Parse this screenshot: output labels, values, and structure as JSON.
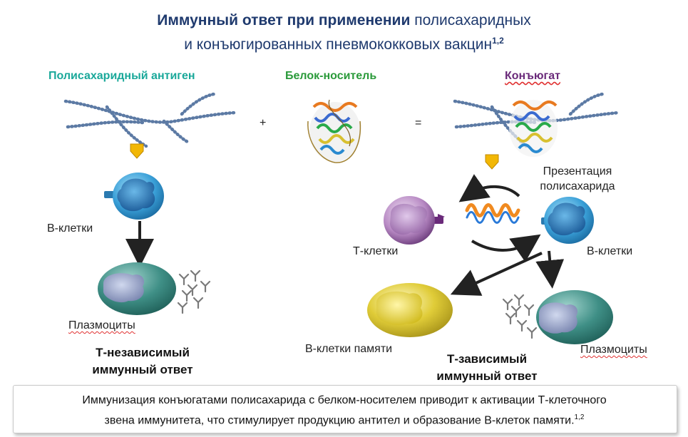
{
  "title": {
    "line1_bold": "Иммунный ответ при применении",
    "line1_rest": "полисахаридных",
    "line2": "и конъюгированных пневмококковых вакцин",
    "line2_sup": "1,2"
  },
  "headers": {
    "polysaccharide": "Полисахаридный антиген",
    "carrier": "Белок-носитель",
    "conjugate": "Конъюгат"
  },
  "operators": {
    "plus": "+",
    "equals": "="
  },
  "labels": {
    "b_cells_left": "В-клетки",
    "plasma_left": "Плазмоциты",
    "presentation_line1": "Презентация",
    "presentation_line2": "полисахарида",
    "t_cells": "Т-клетки",
    "b_cells_right": "В-клетки",
    "memory_b": "В-клетки памяти",
    "plasma_right": "Плазмоциты"
  },
  "responses": {
    "t_independent_line1": "Т-независимый",
    "t_independent_line2": "иммунный ответ",
    "t_dependent_line1": "Т-зависимый",
    "t_dependent_line2": "иммунный ответ"
  },
  "footer": {
    "line1": "Иммунизация конъюгатами полисахарида с белком-носителем приводит к активации Т-клеточного",
    "line2": "звена иммунитета, что стимулирует продукцию антител и образование В-клеток памяти.",
    "sup": "1,2"
  },
  "colors": {
    "title": "#1f3a6e",
    "polysaccharide_header": "#1aa89a",
    "carrier_header": "#2a9a3a",
    "conjugate_header": "#6a2a7a",
    "arrow_yellow": "#f2b705",
    "b_cell": "#3aa0d8",
    "plasma_cell": "#3f8f86",
    "t_cell": "#9a5aa8",
    "memory_cell": "#d8c22a"
  }
}
